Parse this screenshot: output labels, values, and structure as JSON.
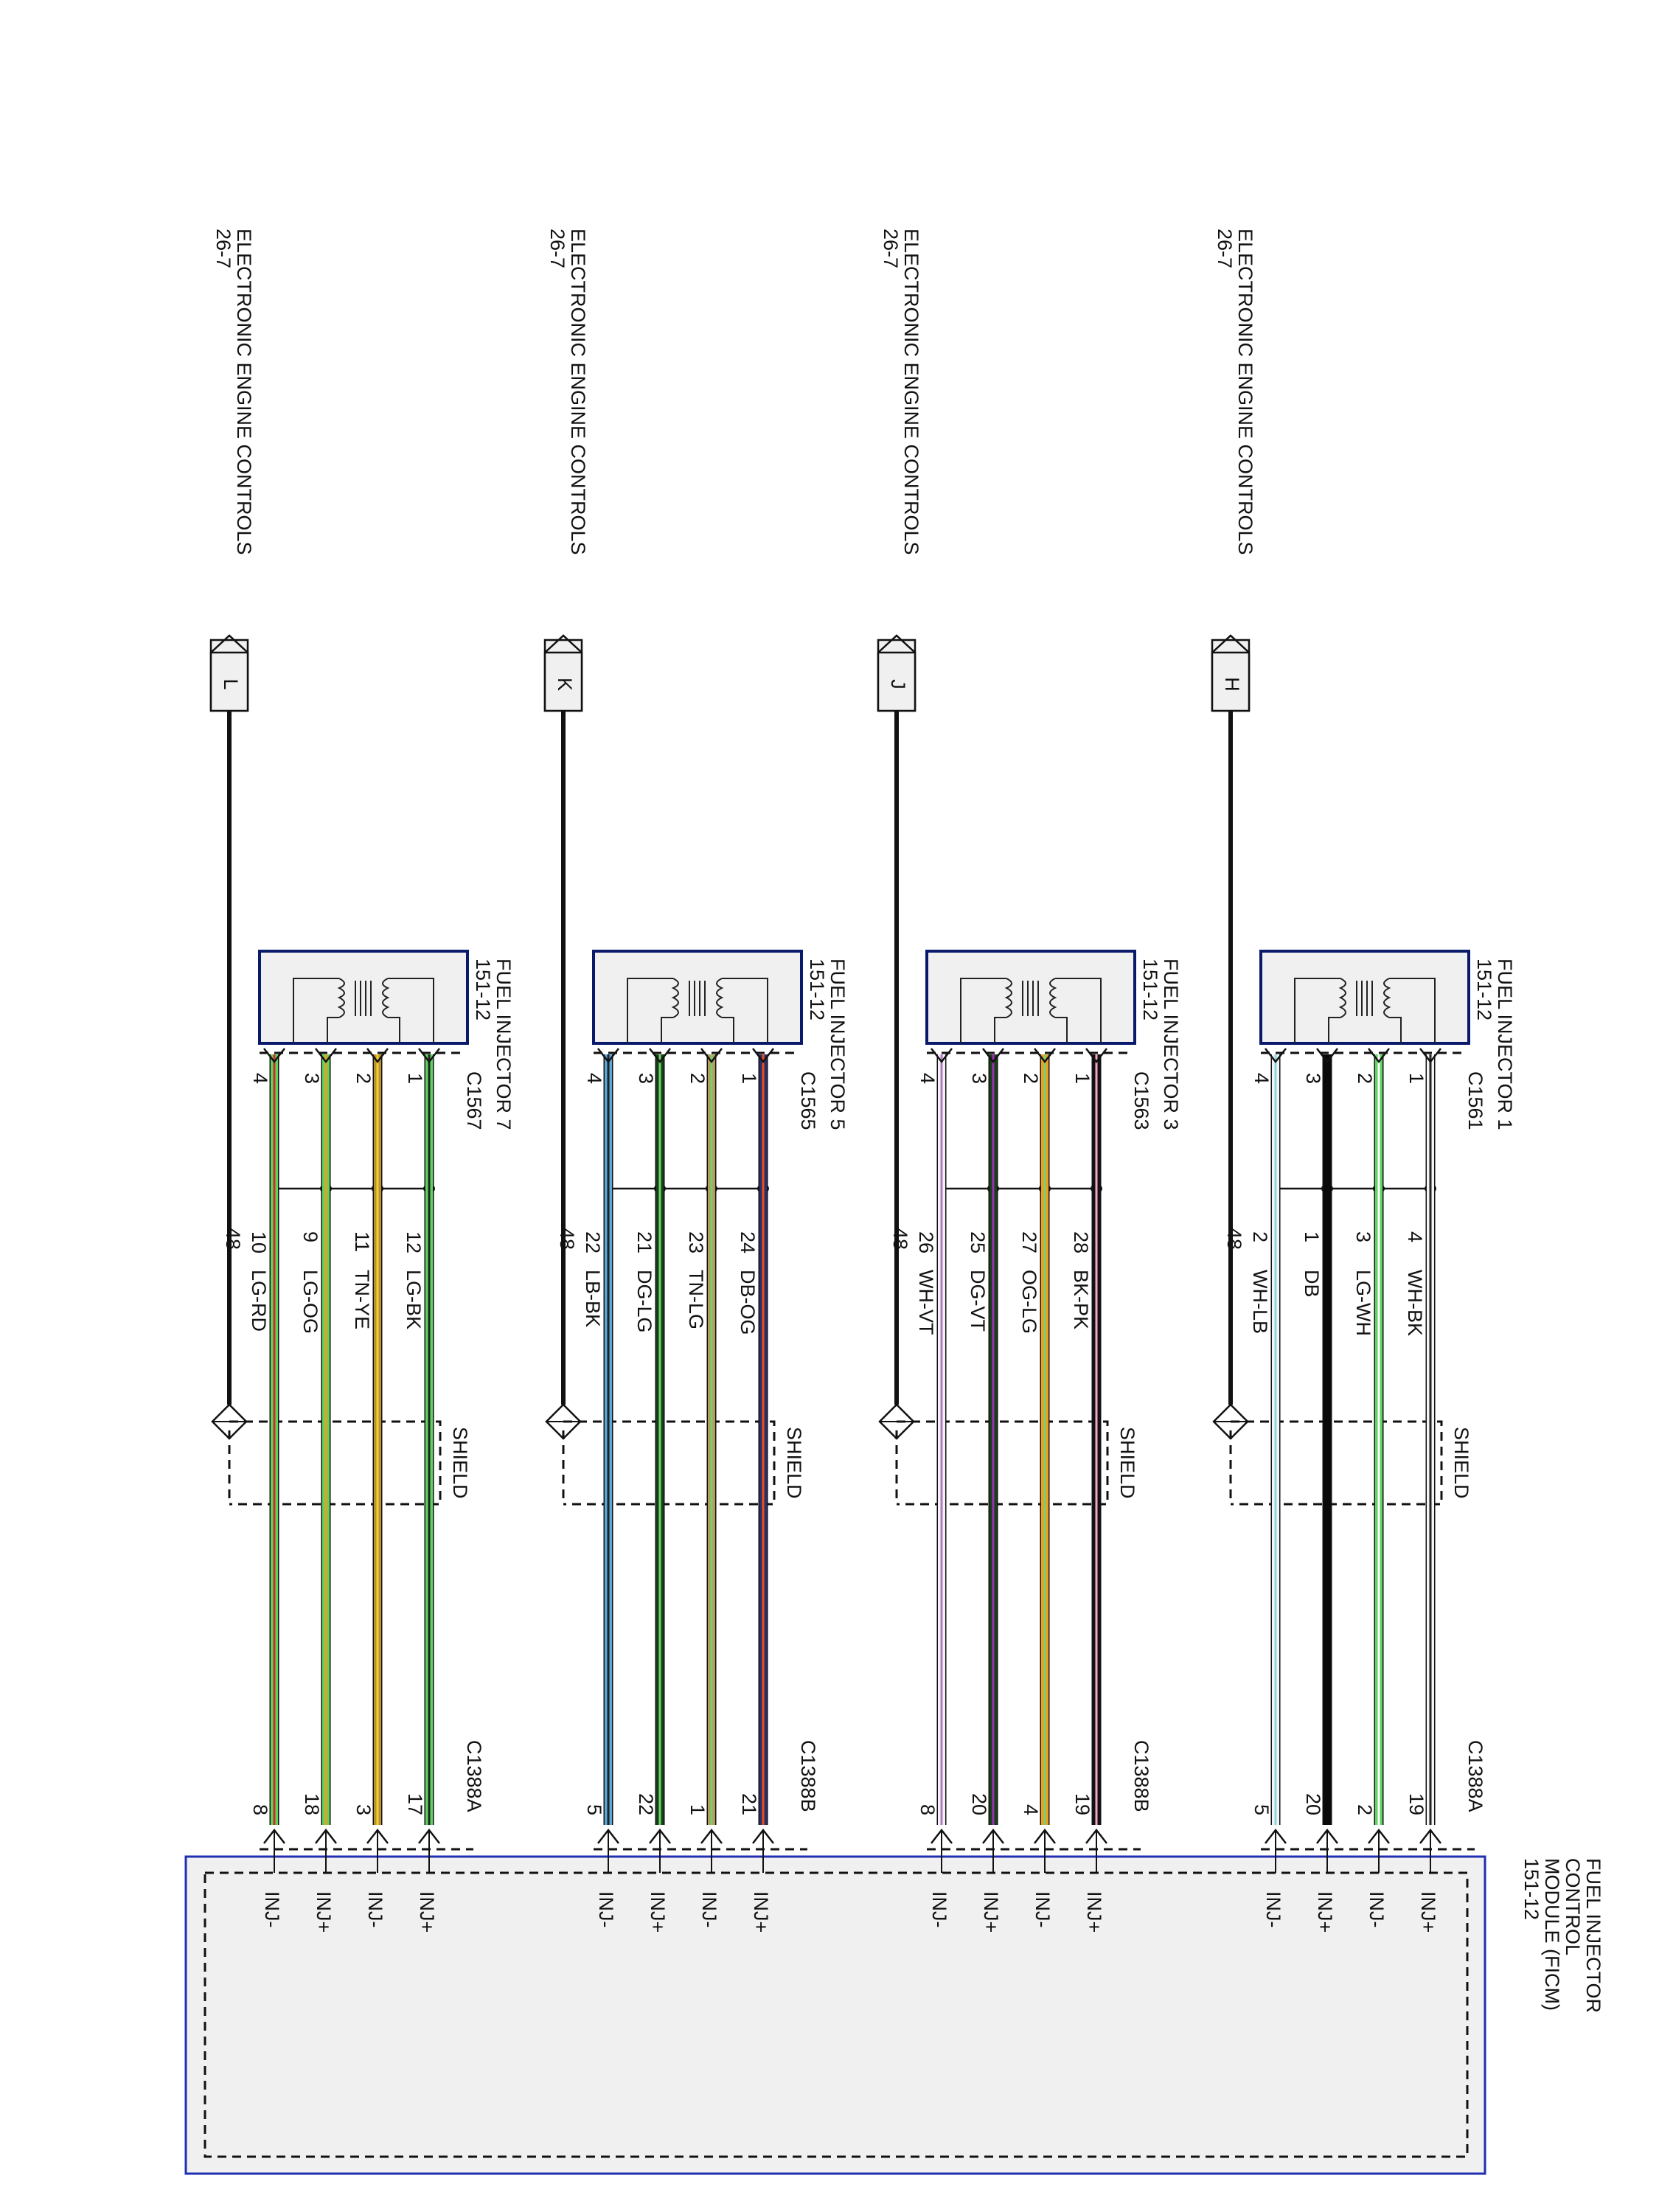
{
  "module": {
    "name_lines": [
      "FUEL INJECTOR",
      "CONTROL",
      "MODULE (FICM)",
      "151-12"
    ],
    "fill": "#f0f0f0",
    "border": "#1f2fb0"
  },
  "injectors": [
    {
      "ref_lines": [
        "ELECTRONIC ENGINE CONTROLS",
        "26-7"
      ],
      "ref_letter": "H",
      "name_lines": [
        "FUEL INJECTOR 1",
        "151-12"
      ],
      "connector": "C1561",
      "module_connector": "C1388A",
      "shield_label": "SHIELD",
      "shield_circuit": "48",
      "wires": [
        {
          "inj_pin": "1",
          "circuit": "4",
          "color_code": "WH-BK",
          "ficm_pin": "19",
          "signal": "INJ+",
          "c1": "#f4f4f4",
          "c2": "#222222"
        },
        {
          "inj_pin": "2",
          "circuit": "3",
          "color_code": "LG-WH",
          "ficm_pin": "2",
          "signal": "INJ-",
          "c1": "#5fd35f",
          "c2": "#ffffff"
        },
        {
          "inj_pin": "3",
          "circuit": "1",
          "color_code": "DB",
          "ficm_pin": "20",
          "signal": "INJ+",
          "c1": "#0a0a0a",
          "c2": "#0a0a0a"
        },
        {
          "inj_pin": "4",
          "circuit": "2",
          "color_code": "WH-LB",
          "ficm_pin": "5",
          "signal": "INJ-",
          "c1": "#f4f4f4",
          "c2": "#8fd6e6"
        }
      ]
    },
    {
      "ref_lines": [
        "ELECTRONIC ENGINE CONTROLS",
        "26-7"
      ],
      "ref_letter": "J",
      "name_lines": [
        "FUEL INJECTOR 3",
        "151-12"
      ],
      "connector": "C1563",
      "module_connector": "C1388B",
      "shield_label": "SHIELD",
      "shield_circuit": "48",
      "wires": [
        {
          "inj_pin": "1",
          "circuit": "28",
          "color_code": "BK-PK",
          "ficm_pin": "19",
          "signal": "INJ+",
          "c1": "#111111",
          "c2": "#f3a6c8"
        },
        {
          "inj_pin": "2",
          "circuit": "27",
          "color_code": "OG-LG",
          "ficm_pin": "4",
          "signal": "INJ-",
          "c1": "#f39c1e",
          "c2": "#6fd36f"
        },
        {
          "inj_pin": "3",
          "circuit": "25",
          "color_code": "DG-VT",
          "ficm_pin": "20",
          "signal": "INJ+",
          "c1": "#153f15",
          "c2": "#9a2fb8"
        },
        {
          "inj_pin": "4",
          "circuit": "26",
          "color_code": "WH-VT",
          "ficm_pin": "8",
          "signal": "INJ-",
          "c1": "#f4f4f4",
          "c2": "#b07ac4"
        }
      ]
    },
    {
      "ref_lines": [
        "ELECTRONIC ENGINE CONTROLS",
        "26-7"
      ],
      "ref_letter": "K",
      "name_lines": [
        "FUEL INJECTOR 5",
        "151-12"
      ],
      "connector": "C1565",
      "module_connector": "C1388B",
      "shield_label": "SHIELD",
      "shield_circuit": "48",
      "wires": [
        {
          "inj_pin": "1",
          "circuit": "24",
          "color_code": "DB-OG",
          "ficm_pin": "21",
          "signal": "INJ+",
          "c1": "#2a2f6a",
          "c2": "#e8501e"
        },
        {
          "inj_pin": "2",
          "circuit": "23",
          "color_code": "TN-LG",
          "ficm_pin": "1",
          "signal": "INJ-",
          "c1": "#b89a5a",
          "c2": "#6fd36f"
        },
        {
          "inj_pin": "3",
          "circuit": "21",
          "color_code": "DG-LG",
          "ficm_pin": "22",
          "signal": "INJ+",
          "c1": "#163f16",
          "c2": "#6fd36f"
        },
        {
          "inj_pin": "4",
          "circuit": "22",
          "color_code": "LB-BK",
          "ficm_pin": "5",
          "signal": "INJ-",
          "c1": "#5aa8d8",
          "c2": "#222222"
        }
      ]
    },
    {
      "ref_lines": [
        "ELECTRONIC ENGINE CONTROLS",
        "26-7"
      ],
      "ref_letter": "L",
      "name_lines": [
        "FUEL INJECTOR 7",
        "151-12"
      ],
      "connector": "C1567",
      "module_connector": "C1388A",
      "shield_label": "SHIELD",
      "shield_circuit": "48",
      "wires": [
        {
          "inj_pin": "1",
          "circuit": "12",
          "color_code": "LG-BK",
          "ficm_pin": "17",
          "signal": "INJ+",
          "c1": "#5fd35f",
          "c2": "#222222"
        },
        {
          "inj_pin": "2",
          "circuit": "11",
          "color_code": "TN-YE",
          "ficm_pin": "3",
          "signal": "INJ-",
          "c1": "#b8903a",
          "c2": "#f2d21e"
        },
        {
          "inj_pin": "3",
          "circuit": "9",
          "color_code": "LG-OG",
          "ficm_pin": "18",
          "signal": "INJ+",
          "c1": "#5fd35f",
          "c2": "#f39c1e"
        },
        {
          "inj_pin": "4",
          "circuit": "10",
          "color_code": "LG-RD",
          "ficm_pin": "8",
          "signal": "INJ-",
          "c1": "#5fd35f",
          "c2": "#d82a2a"
        }
      ]
    }
  ]
}
